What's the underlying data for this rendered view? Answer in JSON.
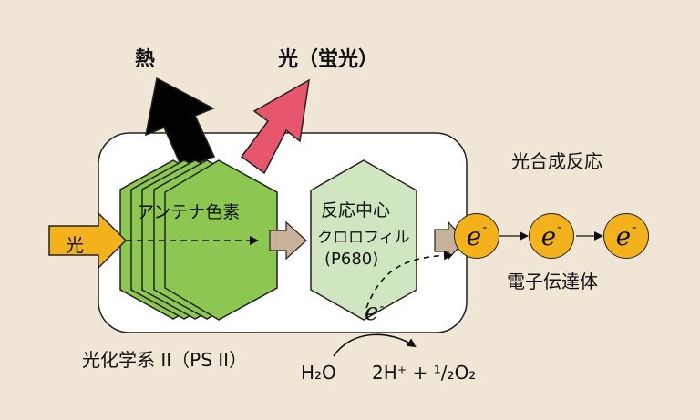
{
  "labels": {
    "heat": "熱",
    "fluorescence": "光（蛍光）",
    "light_in": "光",
    "antenna": "アンテナ色素",
    "reaction_center_line1": "反応中心",
    "reaction_center_line2": "クロロフィル",
    "reaction_center_line3": "(P680)",
    "photosynthesis_reaction": "光合成反応",
    "electron_transport": "電子伝達体",
    "photosystem": "光化学系 II（PS II）",
    "water": "H₂O",
    "products": "2H⁺ + ¹/₂O₂",
    "electron_symbol": "e",
    "electron_charge": "-"
  },
  "colors": {
    "background": "#efe6d6",
    "box_fill": "#ffffff",
    "antenna_green": "#8cc751",
    "reaction_center_green": "#cfe6c0",
    "electron_orange": "#f3b21b",
    "heat_arrow": "#000000",
    "fluorescence_arrow": "#e8566c",
    "light_arrow": "#f3b21b",
    "transfer_arrow": "#c9b29a"
  }
}
